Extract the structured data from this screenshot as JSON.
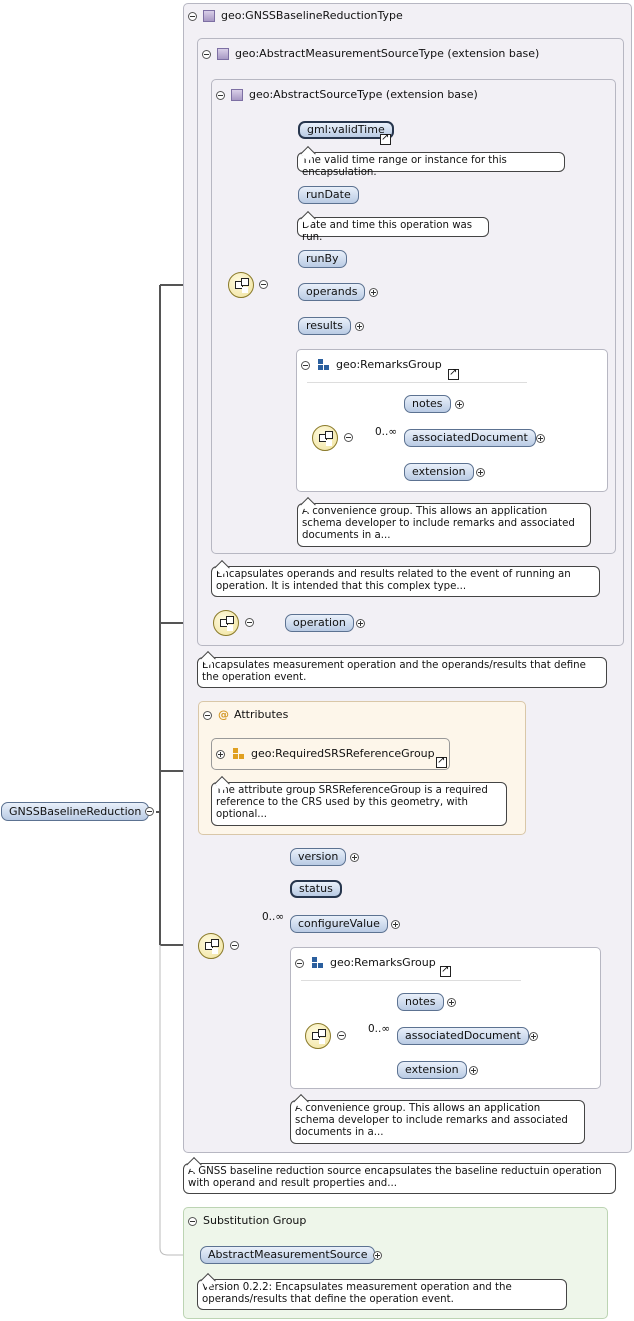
{
  "root": {
    "label": "GNSSBaselineReduction"
  },
  "type_box": {
    "title": "geo:GNSSBaselineReductionType",
    "annotation": "A GNSS baseline reduction source encapsulates the baseline reductuin operation with operand and result properties and..."
  },
  "ext1": {
    "title": "geo:AbstractMeasurementSourceType (extension base)",
    "annotation": "Encapsulates measurement operation and the operands/results that define the operation event."
  },
  "ext2": {
    "title": "geo:AbstractSourceType (extension base)",
    "annotation": "Encapsulates operands and results related to the event of running an operation. It is intended that this complex type..."
  },
  "seq1": {
    "valid_time": {
      "label": "gml:validTime",
      "note": "The valid time range or instance for this encapsulation."
    },
    "run_date": {
      "label": "runDate",
      "note": "Date and time this operation was run."
    },
    "run_by": {
      "label": "runBy"
    },
    "operands": {
      "label": "operands"
    },
    "results": {
      "label": "results"
    }
  },
  "remarks1": {
    "title": "geo:RemarksGroup",
    "cardinality": "0..∞",
    "items": {
      "notes": "notes",
      "associated": "associatedDocument",
      "extension": "extension"
    },
    "note": "A convenience group. This allows an application schema developer to include remarks and associated documents in a..."
  },
  "operation": {
    "label": "operation"
  },
  "attributes": {
    "title": "Attributes",
    "group": "geo:RequiredSRSReferenceGroup",
    "note": "The attribute group SRSReferenceGroup is a required reference to the CRS used by this geometry, with optional..."
  },
  "seq2": {
    "version": "version",
    "status": "status",
    "configure_value": "configureValue",
    "cardinality": "0..∞"
  },
  "remarks2": {
    "title": "geo:RemarksGroup",
    "cardinality": "0..∞",
    "items": {
      "notes": "notes",
      "associated": "associatedDocument",
      "extension": "extension"
    },
    "note": "A convenience group. This allows an application schema developer to include remarks and associated documents in a..."
  },
  "substitution": {
    "title": "Substitution Group",
    "label": "AbstractMeasurementSource",
    "note": "Version 0.2.2: Encapsulates measurement operation and the operands/results that define the operation event."
  },
  "colors": {
    "wire": "#555555",
    "pill_border": "#5c7291",
    "type_bg": "#f2f0f5",
    "attr_bg": "#fdf6ea",
    "subst_bg": "#eef6ea"
  }
}
